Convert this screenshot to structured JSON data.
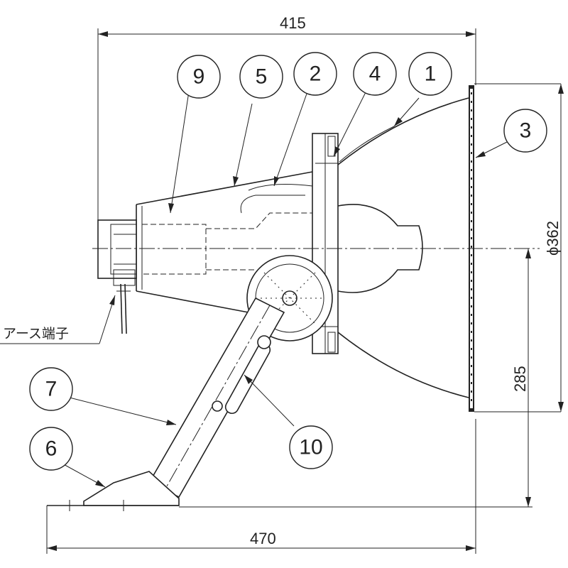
{
  "dimensions": {
    "overall_width": "415",
    "base_width": "470",
    "reflector_diameter": "ϕ362",
    "axis_height": "285"
  },
  "balloons": {
    "b1": "1",
    "b2": "2",
    "b3": "3",
    "b4": "4",
    "b5": "5",
    "b6": "6",
    "b7": "7",
    "b9": "9",
    "b10": "10"
  },
  "labels": {
    "earth_terminal": "アース端子"
  }
}
